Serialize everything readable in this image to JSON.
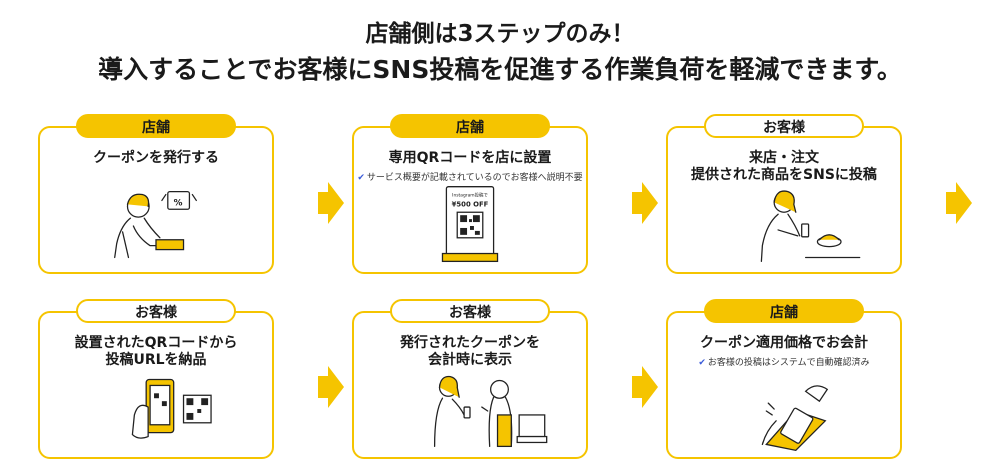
{
  "header": {
    "line1": "店舗側は3ステップのみ！",
    "line2": "導入することでお客様にSNS投稿を促進する作業負荷を軽減できます。"
  },
  "steps": [
    {
      "tag": "店舗",
      "role": "shop",
      "title": "クーポンを発行する",
      "note": ""
    },
    {
      "tag": "店舗",
      "role": "shop",
      "title": "専用QRコードを店に設置",
      "note": "サービス概要が記載されているのでお客様へ説明不要"
    },
    {
      "tag": "お客様",
      "role": "customer",
      "title": "来店・注文\n提供された商品をSNSに投稿",
      "note": ""
    },
    {
      "tag": "お客様",
      "role": "customer",
      "title": "設置されたQRコードから\n投稿URLを納品",
      "note": ""
    },
    {
      "tag": "お客様",
      "role": "customer",
      "title": "発行されたクーポンを\n会計時に表示",
      "note": ""
    },
    {
      "tag": "店舗",
      "role": "shop",
      "title": "クーポン適用価格でお会計",
      "note": "お客様の投稿はシステムで自動確認済み"
    }
  ],
  "stand_sign": {
    "line1": "Instagram投稿で",
    "line2": "¥500 OFF"
  },
  "coupon_symbol": "%",
  "colors": {
    "accent": "#f5c400",
    "check": "#3a5bd9"
  }
}
